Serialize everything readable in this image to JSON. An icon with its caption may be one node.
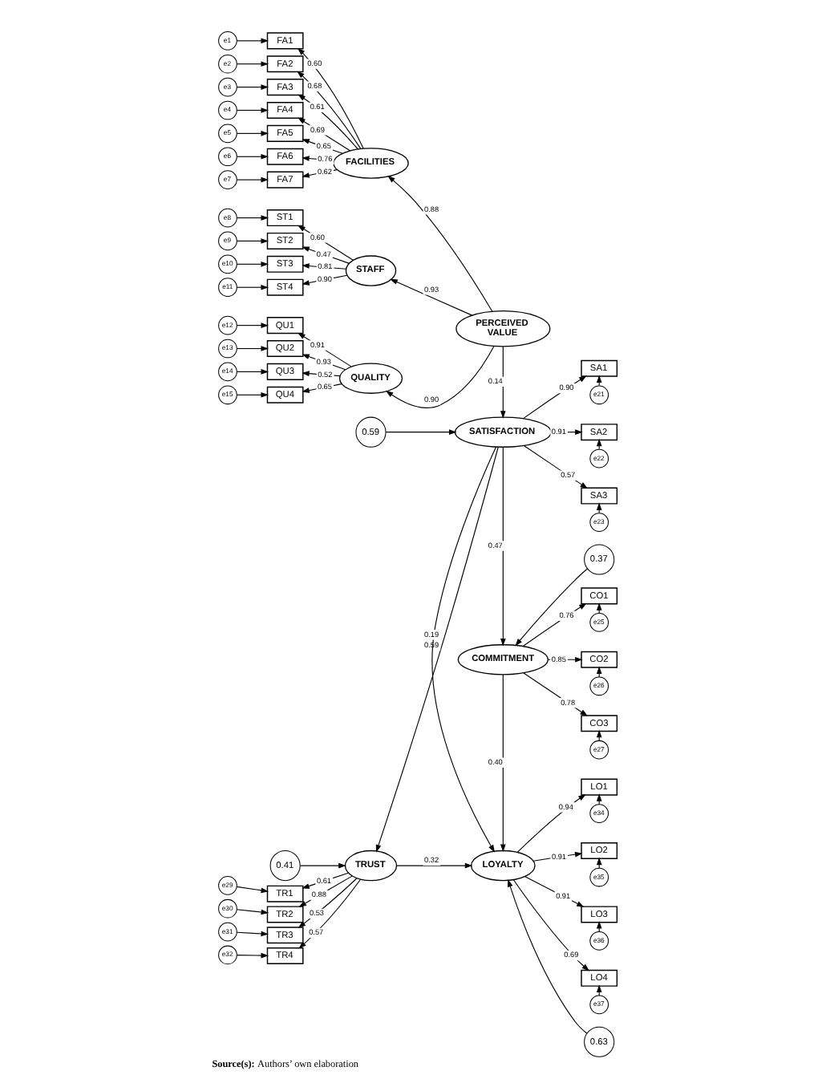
{
  "diagram": {
    "caption": "**Source(s):** Authors’ own elaboration",
    "nodes": [
      {
        "text": [
          "e1"
        ]
      },
      {
        "text": [
          "FA1"
        ]
      },
      {
        "text": [
          "e2"
        ]
      },
      {
        "text": [
          "FA2"
        ]
      },
      {
        "text": [
          "e3"
        ]
      },
      {
        "text": [
          "FA3"
        ]
      },
      {
        "text": [
          "e4"
        ]
      },
      {
        "text": [
          "FA4"
        ]
      },
      {
        "text": [
          "FACILITIES"
        ]
      },
      {
        "text": [
          "e5"
        ]
      },
      {
        "text": [
          "FA5"
        ]
      },
      {
        "text": [
          "e6"
        ]
      },
      {
        "text": [
          "FA6"
        ]
      },
      {
        "text": [
          "e7"
        ]
      },
      {
        "text": [
          "FA7"
        ]
      },
      {
        "text": [
          "e8"
        ]
      },
      {
        "text": [
          "ST1"
        ]
      },
      {
        "text": [
          "e9"
        ]
      },
      {
        "text": [
          "ST2"
        ]
      },
      {
        "text": [
          "STAFF"
        ]
      },
      {
        "text": [
          "PERCEIVED VALUE"
        ]
      },
      {
        "text": [
          "e10"
        ]
      },
      {
        "text": [
          "ST3"
        ]
      },
      {
        "text": [
          "e11"
        ]
      },
      {
        "text": [
          "ST4"
        ]
      },
      {
        "text": [
          "e12"
        ]
      },
      {
        "text": [
          "QU1"
        ]
      },
      {
        "text": [
          "e13"
        ]
      },
      {
        "text": [
          "QU2"
        ]
      },
      {
        "text": [
          "QUALITY"
        ]
      },
      {
        "text": [
          "e14"
        ]
      },
      {
        "text": [
          "QU3"
        ]
      },
      {
        "text": [
          "e15"
        ]
      },
      {
        "text": [
          "QU4"
        ]
      },
      {
        "text": [
          "0.59"
        ]
      },
      {
        "text": [
          "SATISFACTION"
        ]
      },
      {
        "text": [
          "SA1"
        ]
      },
      {
        "text": [
          "e21"
        ]
      },
      {
        "text": [
          "SA2"
        ]
      },
      {
        "text": [
          "e22"
        ]
      },
      {
        "text": [
          "SA3"
        ]
      },
      {
        "text": [
          "e23"
        ]
      },
      {
        "text": [
          "0.41"
        ]
      },
      {
        "text": [
          "e29"
        ]
      },
      {
        "text": [
          "TR1"
        ]
      },
      {
        "text": [
          "e30"
        ]
      },
      {
        "text": [
          "TR2"
        ]
      },
      {
        "text": [
          "TRUST"
        ]
      },
      {
        "text": [
          "e31"
        ]
      },
      {
        "text": [
          "TR3"
        ]
      },
      {
        "text": [
          "e32"
        ]
      },
      {
        "text": [
          "TR4"
        ]
      },
      {
        "text": [
          "0.37"
        ]
      },
      {
        "text": [
          "COMMITMENT"
        ]
      },
      {
        "text": [
          "CO1"
        ]
      },
      {
        "text": [
          "e25"
        ]
      },
      {
        "text": [
          "CO2"
        ]
      },
      {
        "text": [
          "e26"
        ]
      },
      {
        "text": [
          "CO3"
        ]
      },
      {
        "text": [
          "e27"
        ]
      },
      {
        "text": [
          "LOYALTY"
        ]
      },
      {
        "text": [
          "0.63"
        ]
      },
      {
        "text": [
          "LO1"
        ]
      },
      {
        "text": [
          "LO2"
        ]
      },
      {
        "text": [
          "LO3"
        ]
      },
      {
        "text": [
          "LO4"
        ]
      },
      {
        "text": [
          "e34"
        ]
      },
      {
        "text": [
          "e35"
        ]
      },
      {
        "text": [
          "e36"
        ]
      },
      {
        "text": [
          "e37"
        ]
      }
    ],
    "edges": [
      {
        "from": 0,
        "to": 1,
        "arrow": "to"
      },
      {
        "from": 2,
        "to": 3,
        "arrow": "to"
      },
      {
        "from": 4,
        "to": 5,
        "arrow": "to"
      },
      {
        "from": 6,
        "to": 7,
        "arrow": "to"
      },
      {
        "from": 9,
        "to": 10,
        "arrow": "to"
      },
      {
        "from": 11,
        "to": 12,
        "arrow": "to"
      },
      {
        "from": 13,
        "to": 14,
        "arrow": "to"
      },
      {
        "from": 8,
        "to": 1,
        "arrow": "to",
        "label": "0.60"
      },
      {
        "from": 8,
        "to": 3,
        "arrow": "to",
        "label": "0.68"
      },
      {
        "from": 8,
        "to": 5,
        "arrow": "to",
        "label": "0.61"
      },
      {
        "from": 8,
        "to": 7,
        "arrow": "to",
        "label": "0.69"
      },
      {
        "from": 8,
        "to": 10,
        "arrow": "to",
        "label": "0.65"
      },
      {
        "from": 8,
        "to": 12,
        "arrow": "to",
        "label": "0.76"
      },
      {
        "from": 8,
        "to": 14,
        "arrow": "to",
        "label": "0.62"
      },
      {
        "from": 15,
        "to": 16,
        "arrow": "to"
      },
      {
        "from": 17,
        "to": 18,
        "arrow": "to"
      },
      {
        "from": 21,
        "to": 22,
        "arrow": "to"
      },
      {
        "from": 23,
        "to": 24,
        "arrow": "to"
      },
      {
        "from": 19,
        "to": 16,
        "arrow": "to",
        "label": "0.60"
      },
      {
        "from": 19,
        "to": 18,
        "arrow": "to",
        "label": "0.47"
      },
      {
        "from": 19,
        "to": 22,
        "arrow": "to",
        "label": "0.81"
      },
      {
        "from": 19,
        "to": 24,
        "arrow": "to",
        "label": "0.90"
      },
      {
        "from": 20,
        "to": 8,
        "arrow": "to",
        "label": "0.88"
      },
      {
        "from": 20,
        "to": 19,
        "arrow": "to",
        "label": "0.93"
      },
      {
        "from": 20,
        "to": 29,
        "arrow": "to",
        "label": "0.90"
      },
      {
        "from": 20,
        "to": 35,
        "arrow": "to",
        "label": "0.14"
      },
      {
        "from": 25,
        "to": 26,
        "arrow": "to"
      },
      {
        "from": 27,
        "to": 28,
        "arrow": "to"
      },
      {
        "from": 30,
        "to": 31,
        "arrow": "to"
      },
      {
        "from": 32,
        "to": 33,
        "arrow": "to"
      },
      {
        "from": 29,
        "to": 26,
        "arrow": "to",
        "label": "0.91"
      },
      {
        "from": 29,
        "to": 28,
        "arrow": "to",
        "label": "0.93"
      },
      {
        "from": 29,
        "to": 31,
        "arrow": "to",
        "label": "0.52"
      },
      {
        "from": 29,
        "to": 33,
        "arrow": "to",
        "label": "0.65"
      },
      {
        "from": 34,
        "to": 35,
        "arrow": "to"
      },
      {
        "from": 35,
        "to": 36,
        "arrow": "to",
        "label": "0.90"
      },
      {
        "from": 35,
        "to": 38,
        "arrow": "to",
        "label": "0.91"
      },
      {
        "from": 35,
        "to": 40,
        "arrow": "to",
        "label": "0.57"
      },
      {
        "from": 37,
        "to": 36,
        "arrow": "to"
      },
      {
        "from": 39,
        "to": 38,
        "arrow": "to"
      },
      {
        "from": 41,
        "to": 40,
        "arrow": "to"
      },
      {
        "from": 35,
        "to": 47,
        "arrow": "to",
        "label": "0.59"
      },
      {
        "from": 35,
        "to": 60,
        "arrow": "to",
        "label": "0.19"
      },
      {
        "from": 35,
        "to": 53,
        "arrow": "to",
        "label": "0.47"
      },
      {
        "from": 42,
        "to": 47,
        "arrow": "to"
      },
      {
        "from": 43,
        "to": 44,
        "arrow": "to"
      },
      {
        "from": 45,
        "to": 46,
        "arrow": "to"
      },
      {
        "from": 48,
        "to": 49,
        "arrow": "to"
      },
      {
        "from": 50,
        "to": 51,
        "arrow": "to"
      },
      {
        "from": 47,
        "to": 44,
        "arrow": "to",
        "label": "0.61"
      },
      {
        "from": 47,
        "to": 46,
        "arrow": "to",
        "label": "0.88"
      },
      {
        "from": 47,
        "to": 49,
        "arrow": "to",
        "label": "0.53"
      },
      {
        "from": 47,
        "to": 51,
        "arrow": "to",
        "label": "0.57"
      },
      {
        "from": 47,
        "to": 60,
        "arrow": "to",
        "label": "0.32"
      },
      {
        "from": 52,
        "to": 53,
        "arrow": "to"
      },
      {
        "from": 53,
        "to": 54,
        "arrow": "to",
        "label": "0.76"
      },
      {
        "from": 53,
        "to": 56,
        "arrow": "to",
        "label": "0.85"
      },
      {
        "from": 53,
        "to": 58,
        "arrow": "to",
        "label": "0.78"
      },
      {
        "from": 55,
        "to": 54,
        "arrow": "to"
      },
      {
        "from": 57,
        "to": 56,
        "arrow": "to"
      },
      {
        "from": 59,
        "to": 58,
        "arrow": "to"
      },
      {
        "from": 53,
        "to": 60,
        "arrow": "to",
        "label": "0.40"
      },
      {
        "from": 61,
        "to": 60,
        "arrow": "to"
      },
      {
        "from": 60,
        "to": 62,
        "arrow": "to",
        "label": "0.94"
      },
      {
        "from": 60,
        "to": 63,
        "arrow": "to",
        "label": "0.91"
      },
      {
        "from": 60,
        "to": 64,
        "arrow": "to",
        "label": "0.91"
      },
      {
        "from": 60,
        "to": 65,
        "arrow": "to",
        "label": "0.69"
      },
      {
        "from": 66,
        "to": 62,
        "arrow": "to"
      },
      {
        "from": 67,
        "to": 63,
        "arrow": "to"
      },
      {
        "from": 68,
        "to": 64,
        "arrow": "to"
      },
      {
        "from": 69,
        "to": 65,
        "arrow": "to"
      }
    ]
  }
}
